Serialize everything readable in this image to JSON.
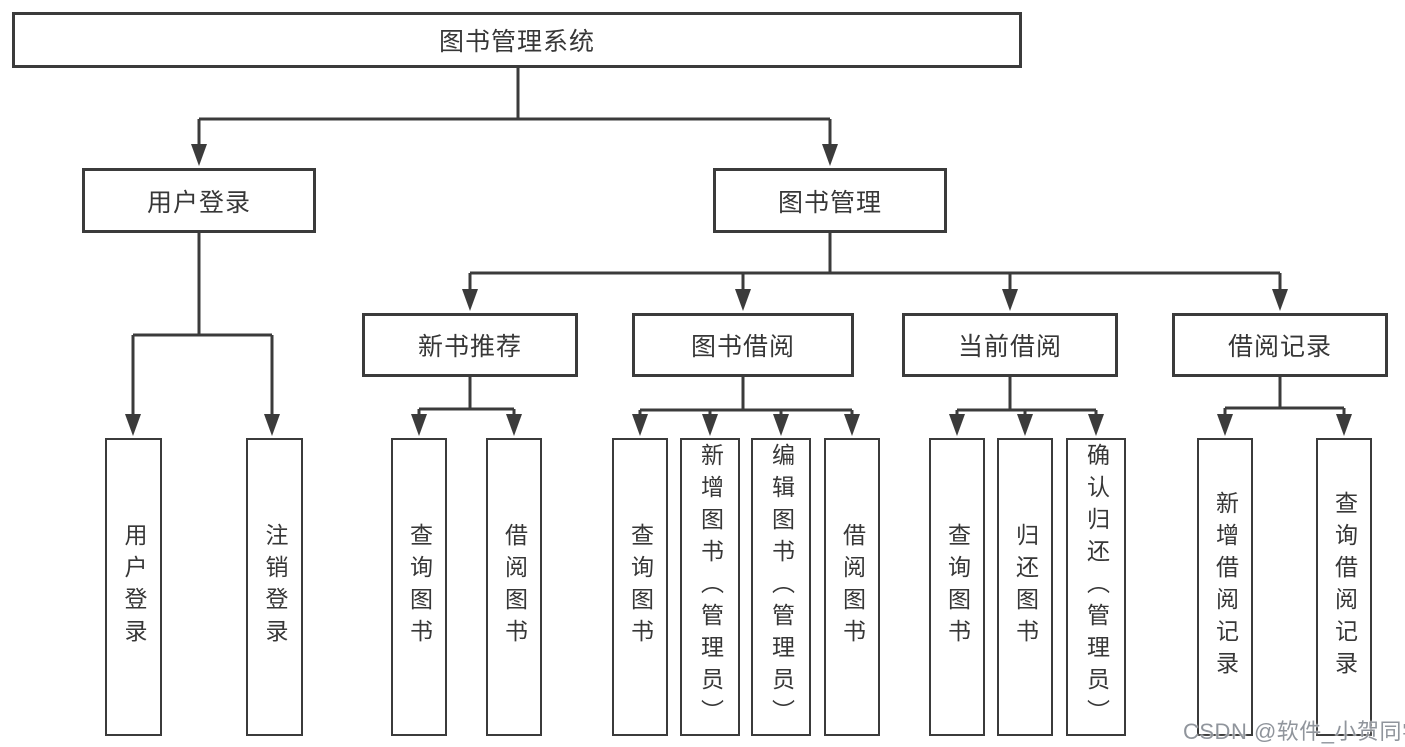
{
  "diagram": {
    "root": {
      "label": "图书管理系统"
    },
    "branches": [
      {
        "label": "用户登录",
        "children": [
          {
            "label": "用户登录"
          },
          {
            "label": "注销登录"
          }
        ]
      },
      {
        "label": "图书管理",
        "children": [
          {
            "label": "新书推荐",
            "children": [
              {
                "label": "查询图书"
              },
              {
                "label": "借阅图书"
              }
            ]
          },
          {
            "label": "图书借阅",
            "children": [
              {
                "label": "查询图书"
              },
              {
                "label": "新增图书（管理员）"
              },
              {
                "label": "编辑图书（管理员）"
              },
              {
                "label": "借阅图书"
              }
            ]
          },
          {
            "label": "当前借阅",
            "children": [
              {
                "label": "查询图书"
              },
              {
                "label": "归还图书"
              },
              {
                "label": "确认归还（管理员）"
              }
            ]
          },
          {
            "label": "借阅记录",
            "children": [
              {
                "label": "新增借阅记录"
              },
              {
                "label": "查询借阅记录"
              }
            ]
          }
        ]
      }
    ]
  },
  "watermark": {
    "text": "CSDN @软件_小贺同学"
  },
  "colors": {
    "line": "#3b3b3b",
    "text": "#373737",
    "box_background": "#ffffff",
    "page_background": "#ffffff",
    "watermark": "#90959c"
  }
}
